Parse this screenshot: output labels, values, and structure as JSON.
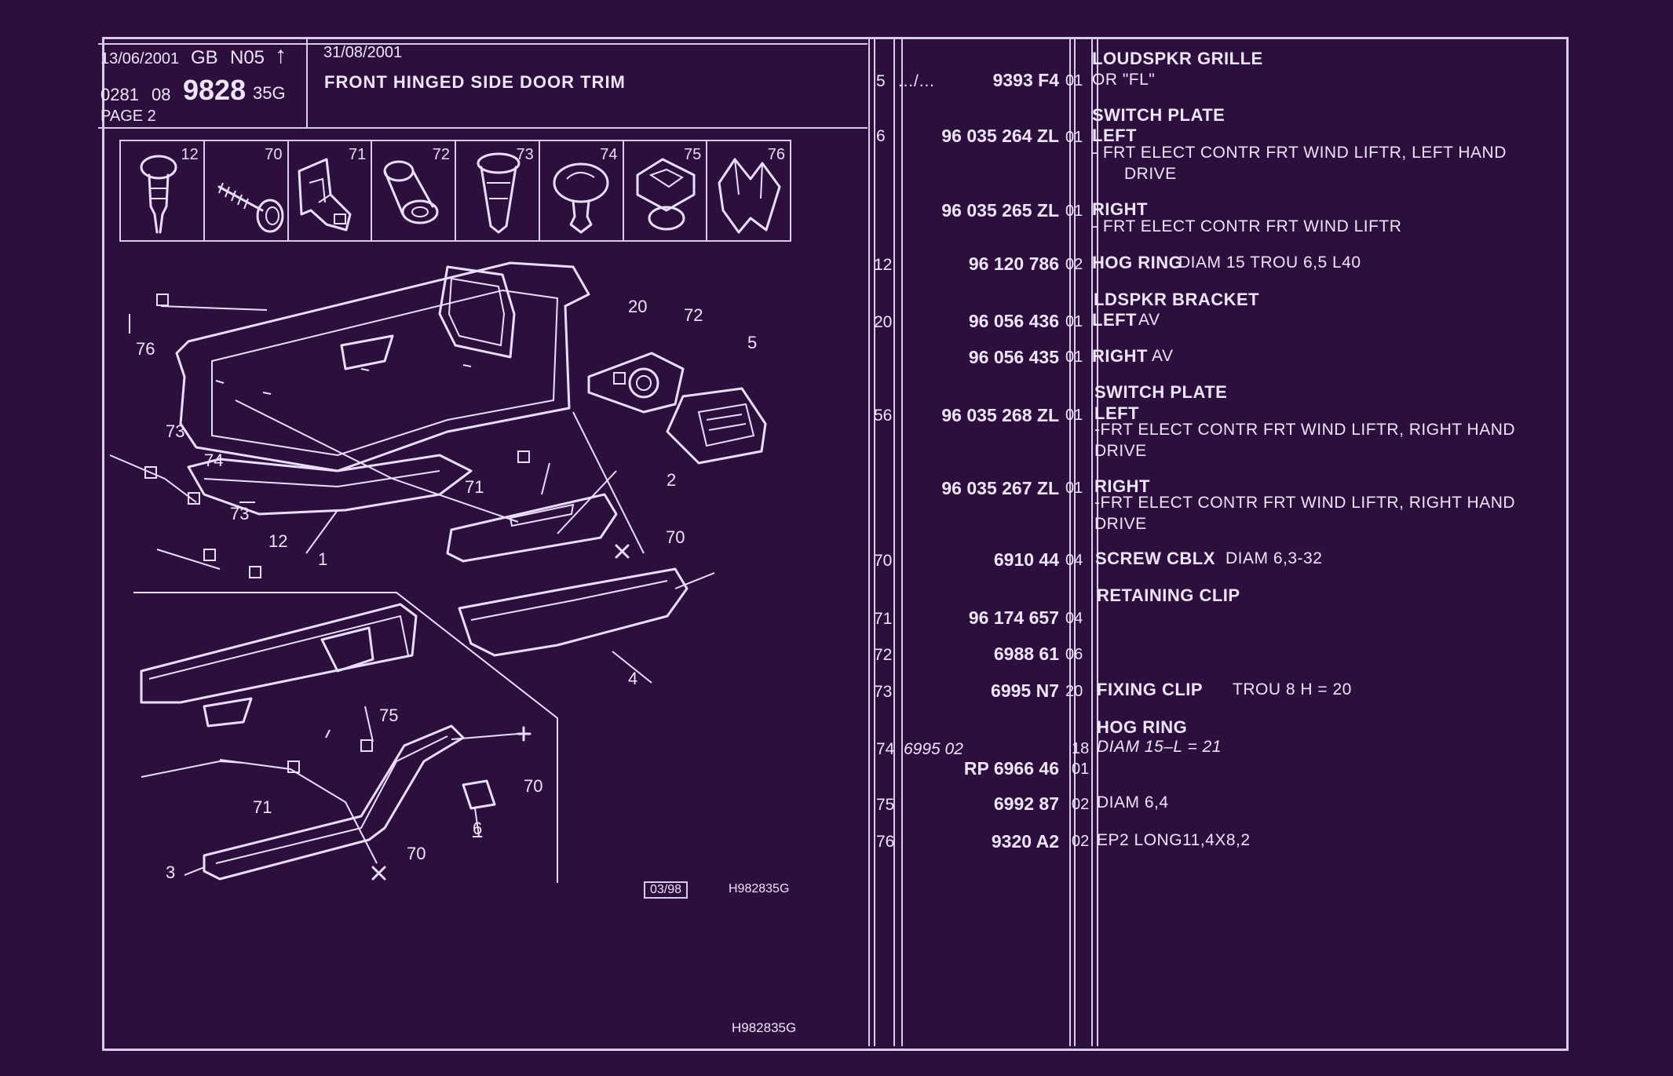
{
  "header": {
    "date1": "13/06/2001",
    "lang": "GB",
    "code": "N05",
    "arrow": "↑",
    "ref_a": "0281",
    "ref_b": "08",
    "model": "9828",
    "variant": "35G",
    "page": "PAGE 2",
    "date2": "31/08/2001",
    "title": "FRONT HINGED SIDE DOOR TRIM"
  },
  "thumbnails": [
    "12",
    "70",
    "71",
    "72",
    "73",
    "74",
    "75",
    "76"
  ],
  "diagram": {
    "labels": {
      "l76": "76",
      "l20": "20",
      "l72": "72",
      "l5": "5",
      "l73a": "73",
      "l74": "74",
      "l71a": "71",
      "l2": "2",
      "l73b": "73",
      "l12": "12",
      "l1": "1",
      "l70a": "70",
      "l4": "4",
      "l75": "75",
      "l70b": "70",
      "l71b": "71",
      "l6": "6",
      "l3": "3",
      "l70c": "70"
    },
    "stamp": "03/98",
    "code_inner": "H982835G",
    "code_bottom": "H982835G"
  },
  "parts": [
    {
      "group": "LOUDSPKR GRILLE"
    },
    {
      "ref": "5",
      "pre": "…/…",
      "pn": "9393 F4",
      "qty": "01",
      "d2": "OR \"FL\""
    },
    {
      "group": "SWITCH PLATE"
    },
    {
      "ref": "6",
      "pn": "96 035 264 ZL",
      "qty": "01",
      "d1": "LEFT",
      "d2": "-    FRT ELECT CONTR FRT WIND LIFTR, LEFT HAND",
      "d3": "DRIVE"
    },
    {
      "pn": "96 035 265 ZL",
      "qty": "01",
      "d1": "RIGHT",
      "d2": "-    FRT ELECT CONTR FRT WIND LIFTR"
    },
    {
      "ref": "12",
      "pn": "96 120 786",
      "qty": "02",
      "d1": "HOG RING",
      "d2": "DIAM 15 TROU 6,5 L40"
    },
    {
      "group": "LDSPKR BRACKET"
    },
    {
      "ref": "20",
      "pn": "96 056 436",
      "qty": "01",
      "d1": "LEFT",
      "d2": "AV"
    },
    {
      "pn": "96 056 435",
      "qty": "01",
      "d1": "RIGHT",
      "d2": "AV"
    },
    {
      "group": "SWITCH PLATE"
    },
    {
      "ref": "56",
      "pn": "96 035 268 ZL",
      "qty": "01",
      "d1": "LEFT",
      "d2": "-FRT ELECT CONTR FRT WIND LIFTR, RIGHT HAND",
      "d3": "DRIVE"
    },
    {
      "pn": "96 035 267 ZL",
      "qty": "01",
      "d1": "RIGHT",
      "d2": "-FRT ELECT CONTR FRT WIND LIFTR, RIGHT HAND",
      "d3": "DRIVE"
    },
    {
      "ref": "70",
      "pn": "6910 44",
      "qty": "04",
      "d1": "SCREW CBLX",
      "d2": "DIAM 6,3-32"
    },
    {
      "group": "RETAINING CLIP"
    },
    {
      "ref": "71",
      "pn": "96 174 657",
      "qty": "04"
    },
    {
      "ref": "72",
      "pn": "6988 61",
      "qty": "06"
    },
    {
      "ref": "73",
      "pn": "6995 N7",
      "qty": "20",
      "d1": "FIXING CLIP",
      "d2": "TROU 8 H = 20"
    },
    {
      "group": "HOG RING"
    },
    {
      "ref": "74",
      "pre": "6995 02",
      "qty": "18",
      "d2": "DIAM 15–L = 21"
    },
    {
      "pn": "RP  6966 46",
      "qty": "01"
    },
    {
      "ref": "75",
      "pn": "6992 87",
      "qty": "02",
      "d2": "DIAM 6,4"
    },
    {
      "ref": "76",
      "pn": "9320 A2",
      "qty": "02",
      "d2": "EP2 LONG11,4X8,2"
    }
  ]
}
